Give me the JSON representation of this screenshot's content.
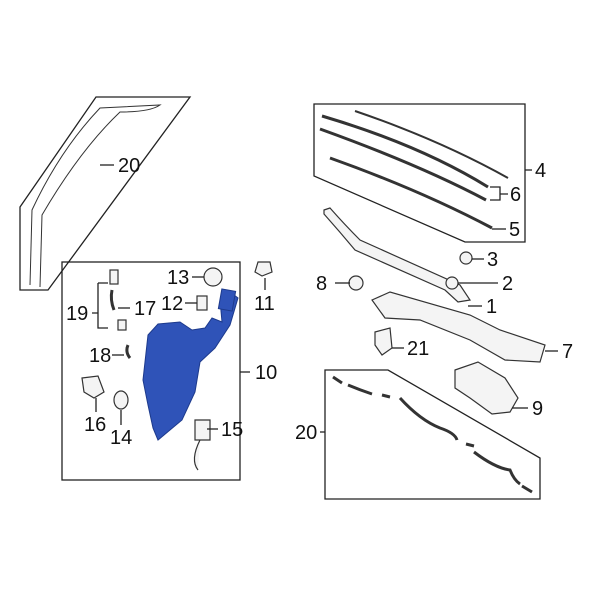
{
  "diagram": {
    "colors": {
      "highlight": "#2f53b8",
      "line": "#222222"
    },
    "callouts": {
      "c20a": "20",
      "c19": "19",
      "c17": "17",
      "c13": "13",
      "c12": "12",
      "c11": "11",
      "c10": "10",
      "c18": "18",
      "c16": "16",
      "c14": "14",
      "c15": "15",
      "c4": "4",
      "c6": "6",
      "c5": "5",
      "c3": "3",
      "c2": "2",
      "c8": "8",
      "c1": "1",
      "c7": "7",
      "c21": "21",
      "c9": "9",
      "c20b": "20"
    }
  }
}
